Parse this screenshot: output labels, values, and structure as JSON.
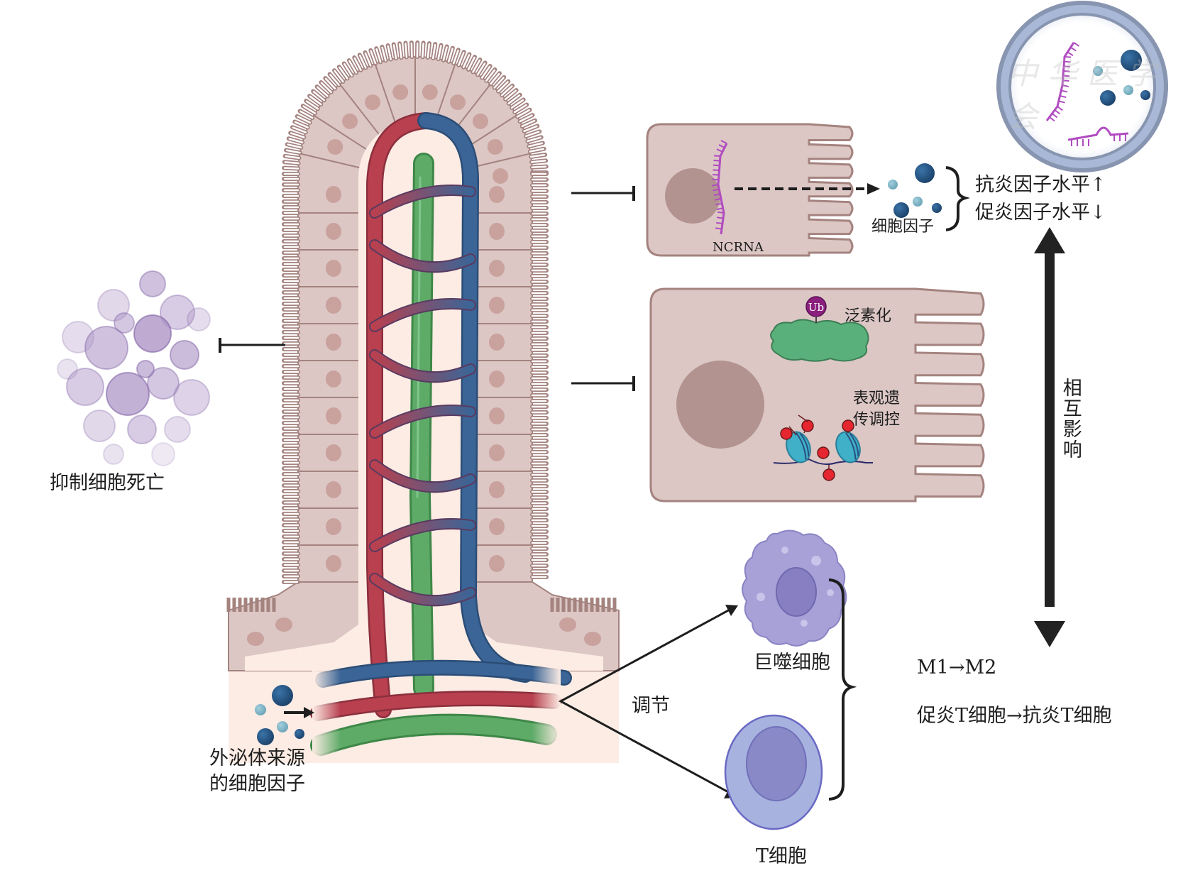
{
  "figure": {
    "title": "外泌体来源的细胞因子对肠道上皮及免疫细胞的调节作用示意图",
    "colors": {
      "epithelium_fill": "#dcc7c5",
      "epithelium_stroke": "#a4837f",
      "nucleus": "#c9a19d",
      "lamina_propria": "#fcece4",
      "artery": "#b8404f",
      "vein": "#3b6596",
      "lacteal": "#56a060",
      "cytokine_dark": "#22507e",
      "cytokine_light": "#7ab0c4",
      "rna": "#b04cc0",
      "ubiquitin": "#8a1f7e",
      "proteasome": "#5ab07a",
      "methyl_mark": "#e5252f",
      "nucleosome": "#3fb0c8",
      "macrophage": "#a7a1d8",
      "t_cell_outer": "#a8b2df",
      "t_cell_inner": "#8a89c8",
      "dead_cell": "#a98fc3",
      "arrow": "#1e1e1e"
    }
  },
  "labels": {
    "apoptosis": "抑制细胞死亡",
    "exosome_cytokines_line1": "外泌体来源",
    "exosome_cytokines_line2": "的细胞因子",
    "regulate": "调节",
    "macrophage": "巨噬细胞",
    "t_cell": "T细胞",
    "m1_m2": "M1→M2",
    "t_shift": "促炎T细胞→抗炎T细胞",
    "interaction": "相互影响",
    "ncrna": "NCRNA",
    "cytokines": "细胞因子",
    "anti_inflammatory": "抗炎因子水平↑",
    "pro_inflammatory": "促炎因子水平↓",
    "ubiquitination": "泛素化",
    "epigenetic_line1": "表观遗",
    "epigenetic_line2": "传调控",
    "ub": "Ub",
    "watermark": "中华医学会"
  }
}
